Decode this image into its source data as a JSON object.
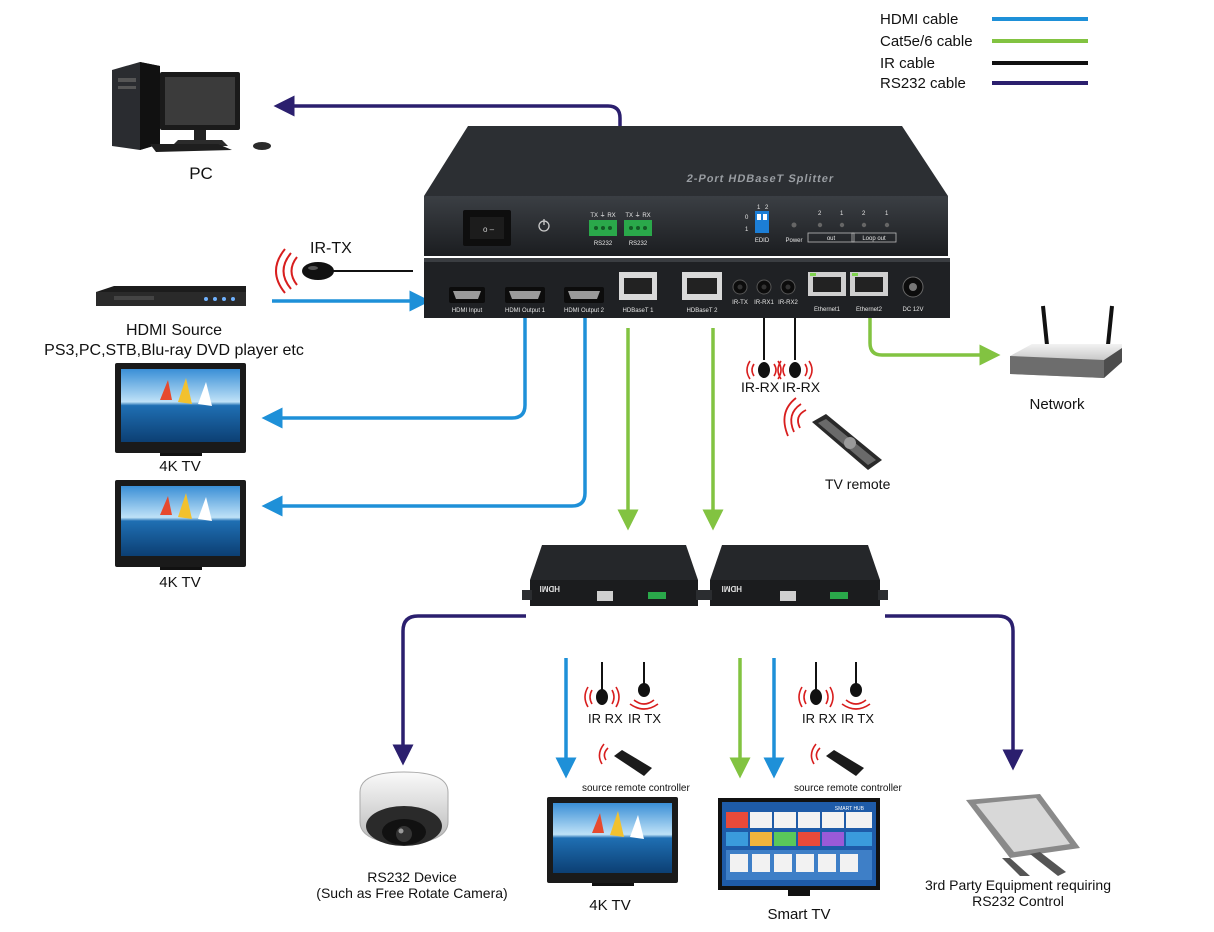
{
  "legend": {
    "hdmi": "HDMI cable",
    "cat": "Cat5e/6 cable",
    "ir": "IR cable",
    "rs232": "RS232 cable"
  },
  "colors": {
    "hdmi": "#1e90d8",
    "cat": "#82c341",
    "ir": "#111111",
    "rs232": "#2b1f6e",
    "ir_wave": "#d81e1e"
  },
  "device": {
    "title": "2-Port HDBaseT Splitter",
    "rs232_a": "RS232",
    "rs232_b": "RS232",
    "txrx_a": "TX ⏚ RX",
    "txrx_b": "TX ⏚ RX",
    "edid": "EDID",
    "edid_1": "1",
    "edid_2": "2",
    "edid_0": "0",
    "edid_1b": "1",
    "power": "Power",
    "out": "out",
    "loop_out": "Loop out",
    "out_2": "2",
    "out_1": "1",
    "loop_2": "2",
    "loop_1": "1",
    "ports": {
      "hdmi_input": "HDMI Input",
      "hdmi_output_1": "HDMI Output 1",
      "hdmi_output_2": "HDMI Output 2",
      "hdbaset_1": "HDBaseT 1",
      "hdbaset_2": "HDBaseT 2",
      "ir_tx": "IR-TX",
      "ir_rx1": "IR-RX1",
      "ir_rx2": "IR-RX2",
      "ethernet1": "Ethernet1",
      "ethernet2": "Ethernet2",
      "dc": "DC 12V"
    }
  },
  "labels": {
    "pc": "PC",
    "ir_tx_top": "IR-TX",
    "hdmi_source": "HDMI Source",
    "hdmi_source_sub": "PS3,PC,STB,Blu-ray DVD player etc",
    "tv_4k_1": "4K TV",
    "tv_4k_2": "4K TV",
    "ir_rx_a": "IR-RX",
    "ir_rx_b": "IR-RX",
    "tv_remote": "TV remote",
    "network": "Network",
    "ir_rx_left": "IR RX",
    "ir_tx_left": "IR TX",
    "ir_rx_right": "IR RX",
    "ir_tx_right": "IR TX",
    "src_remote_left": "source remote controller",
    "src_remote_right": "source remote controller",
    "rs232_device": "RS232 Device",
    "rs232_device_sub": "(Such as Free Rotate Camera)",
    "tv_4k_bottom": "4K TV",
    "smart_tv": "Smart TV",
    "third_party": "3rd Party Equipment requiring",
    "third_party_sub": "RS232 Control",
    "receiver_brand": "HDMI",
    "smart_hub": "SMART HUB"
  }
}
